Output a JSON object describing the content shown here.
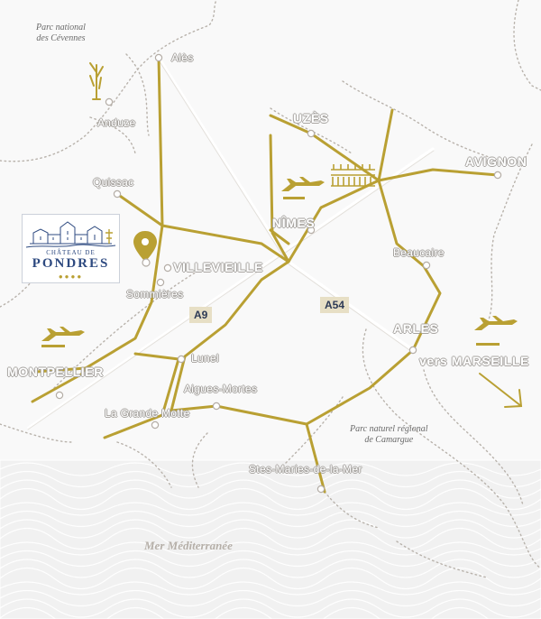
{
  "map": {
    "regions": {
      "cevennes": "Parc national\ndes Cévennes",
      "camargue": "Parc naturel régional\nde Camargue",
      "sea": "Mer Méditerranée"
    },
    "cities": {
      "ales": "Alès",
      "anduze": "Anduze",
      "uzes": "UZÈS",
      "avignon": "AVIGNON",
      "quissac": "Quissac",
      "nimes": "NÎMES",
      "villevieille": "VILLEVIEILLE",
      "sommieres": "Sommières",
      "beaucaire": "Beaucaire",
      "arles": "ARLES",
      "marseille": "vers MARSEILLE",
      "montpellier": "MONTPELLIER",
      "lunel": "Lunel",
      "aigues_mortes": "Aigues-Mortes",
      "grande_motte": "La Grande Motte",
      "saintes_maries": "Stes-Maries-de-la-Mer"
    },
    "roads": {
      "a9": "A9",
      "a54": "A54"
    },
    "logo": {
      "line1": "CHÂTEAU DE",
      "line2": "PONDRES",
      "dots": "●●●●"
    },
    "icons": [
      "airplane-icon",
      "map-pin-icon",
      "aqueduct-icon",
      "arrow-icon",
      "tree-icon",
      "castle-icon"
    ],
    "colors": {
      "route": "#b9a033",
      "motorway": "#ffffff",
      "label_outline": "#a7a4a0",
      "road_badge": "#e7dfc5",
      "logo_blue": "#2e4a80"
    }
  }
}
